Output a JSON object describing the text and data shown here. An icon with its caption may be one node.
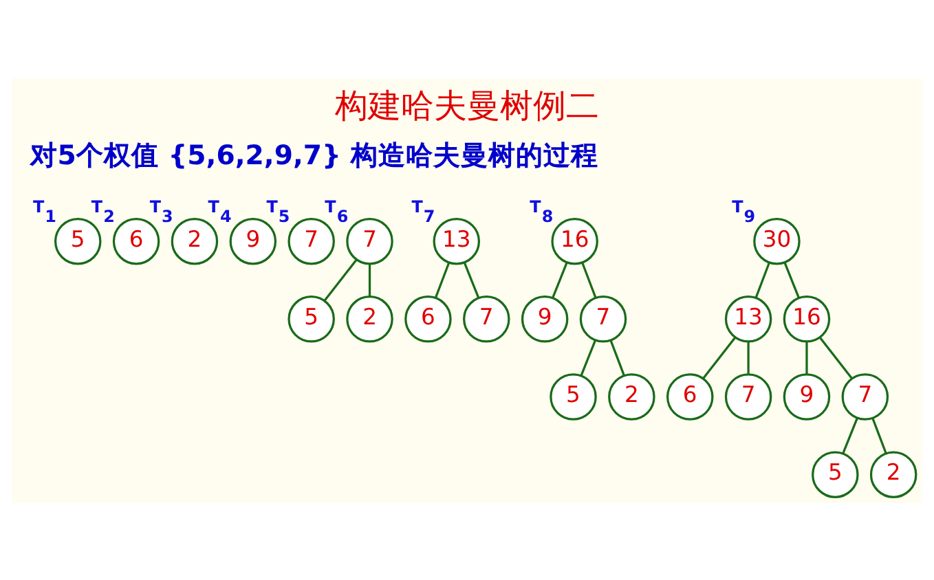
{
  "diagram": {
    "title": "构建哈夫曼树例二",
    "nodes": [
      {
        "text": [
          "5"
        ],
        "beside": [
          "T$_{1}$"
        ]
      },
      {
        "text": [
          "6"
        ],
        "beside": [
          "T$_{2}$"
        ]
      },
      {
        "text": [
          "2"
        ],
        "beside": [
          "T$_{3}$"
        ]
      },
      {
        "text": [
          "9"
        ],
        "beside": [
          "T$_{4}$"
        ]
      },
      {
        "text": [
          "7"
        ],
        "beside": [
          "T$_{5}$"
        ]
      },
      {
        "text": [
          "7"
        ],
        "beside": [
          "T$_{6}$"
        ]
      },
      {
        "text": [
          "13"
        ],
        "beside": [
          "T$_{7}$"
        ]
      },
      {
        "text": [
          "16"
        ],
        "beside": [
          "T$_{8}$"
        ]
      },
      {
        "text": [
          "30"
        ],
        "beside": [
          "T$_{9}$"
        ]
      },
      {
        "text": [
          "5"
        ]
      },
      {
        "text": [
          "2"
        ]
      },
      {
        "text": [
          "6"
        ]
      },
      {
        "text": [
          "7"
        ]
      },
      {
        "text": [
          "9"
        ]
      },
      {
        "text": [
          "7"
        ]
      },
      {
        "text": [
          "13"
        ]
      },
      {
        "text": [
          "16"
        ]
      },
      {
        "text": [
          "5"
        ]
      },
      {
        "text": [
          "2"
        ]
      },
      {
        "text": [
          "6"
        ]
      },
      {
        "text": [
          "7"
        ]
      },
      {
        "text": [
          "9"
        ]
      },
      {
        "text": [
          "7"
        ]
      },
      {
        "text": [
          "5"
        ]
      },
      {
        "text": [
          "2"
        ]
      }
    ],
    "edges": [
      {
        "from": 5,
        "to": 9,
        "arrow": "none"
      },
      {
        "from": 5,
        "to": 10,
        "arrow": "none"
      },
      {
        "from": 6,
        "to": 11,
        "arrow": "none"
      },
      {
        "from": 6,
        "to": 12,
        "arrow": "none"
      },
      {
        "from": 7,
        "to": 13,
        "arrow": "none"
      },
      {
        "from": 7,
        "to": 14,
        "arrow": "none"
      },
      {
        "from": 14,
        "to": 17,
        "arrow": "none"
      },
      {
        "from": 14,
        "to": 18,
        "arrow": "none"
      },
      {
        "from": 8,
        "to": 15,
        "arrow": "none"
      },
      {
        "from": 8,
        "to": 16,
        "arrow": "none"
      },
      {
        "from": 15,
        "to": 19,
        "arrow": "none"
      },
      {
        "from": 15,
        "to": 20,
        "arrow": "none"
      },
      {
        "from": 16,
        "to": 21,
        "arrow": "none"
      },
      {
        "from": 16,
        "to": 22,
        "arrow": "none"
      },
      {
        "from": 22,
        "to": 23,
        "arrow": "none"
      },
      {
        "from": 22,
        "to": 24,
        "arrow": "none"
      }
    ],
    "labels": [
      "对5个权值 {5,6,2,9,7} 构造哈夫曼树的过程"
    ]
  }
}
